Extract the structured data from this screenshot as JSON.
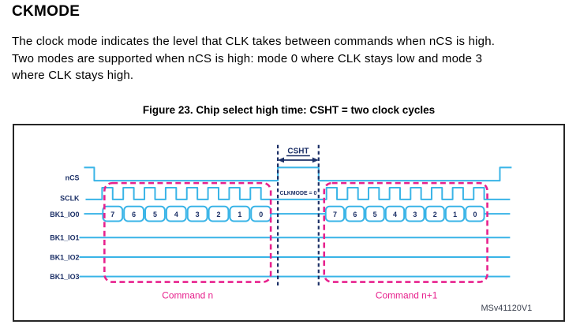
{
  "page": {
    "title": "CKMODE",
    "paragraph_lines": [
      "The clock mode indicates the level that CLK takes between commands when nCS is high.",
      "Two modes are supported when nCS is high: mode 0 where CLK stays low and mode 3",
      "where CLK stays high."
    ],
    "figure_caption": "Figure 23. Chip select high time: CSHT = two clock cycles"
  },
  "diagram": {
    "watermark": "MSv41120V1",
    "colors": {
      "wave": "#39b4e7",
      "navy": "#1b2f66",
      "magenta": "#e7218d",
      "watermark_text": "#3c4250"
    },
    "signals": [
      {
        "label": "nCS"
      },
      {
        "label": "SCLK"
      },
      {
        "label": "BK1_IO0"
      },
      {
        "label": "BK1_IO1"
      },
      {
        "label": "BK1_IO2"
      },
      {
        "label": "BK1_IO3"
      }
    ],
    "bits": [
      "7",
      "6",
      "5",
      "4",
      "3",
      "2",
      "1",
      "0"
    ],
    "annotations": {
      "csht_label": "CSHT",
      "clkmode_label": "CLKMODE = 0"
    },
    "commands": [
      {
        "label": "Command n"
      },
      {
        "label": "Command n+1"
      }
    ]
  }
}
